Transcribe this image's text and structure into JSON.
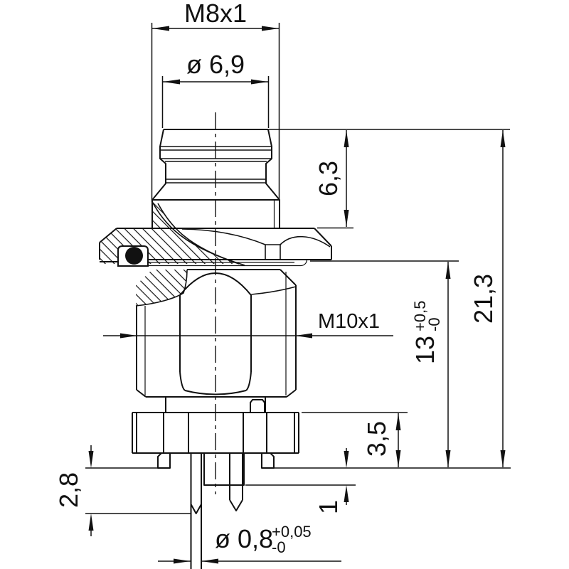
{
  "drawing": {
    "kind": "technical dimension drawing of threaded panel-mount connector",
    "colors": {
      "line": "#111111",
      "background": "#ffffff",
      "oring_fill": "#111111"
    },
    "dims": {
      "thread_top": "M8x1",
      "tip_diameter": "ø 6,9",
      "tip_height": "6,3",
      "total_height": "21,3",
      "body_thread": "M10x1",
      "thread_length": "13",
      "thread_length_tol_plus": "+0,5",
      "thread_length_tol_minus": "-0",
      "flange_height": "3,5",
      "recess_depth": "1",
      "pin_protrusion": "2,8",
      "pin_diameter": "ø 0,8",
      "pin_diameter_tol_plus": "+0,05",
      "pin_diameter_tol_minus": "-0"
    }
  }
}
